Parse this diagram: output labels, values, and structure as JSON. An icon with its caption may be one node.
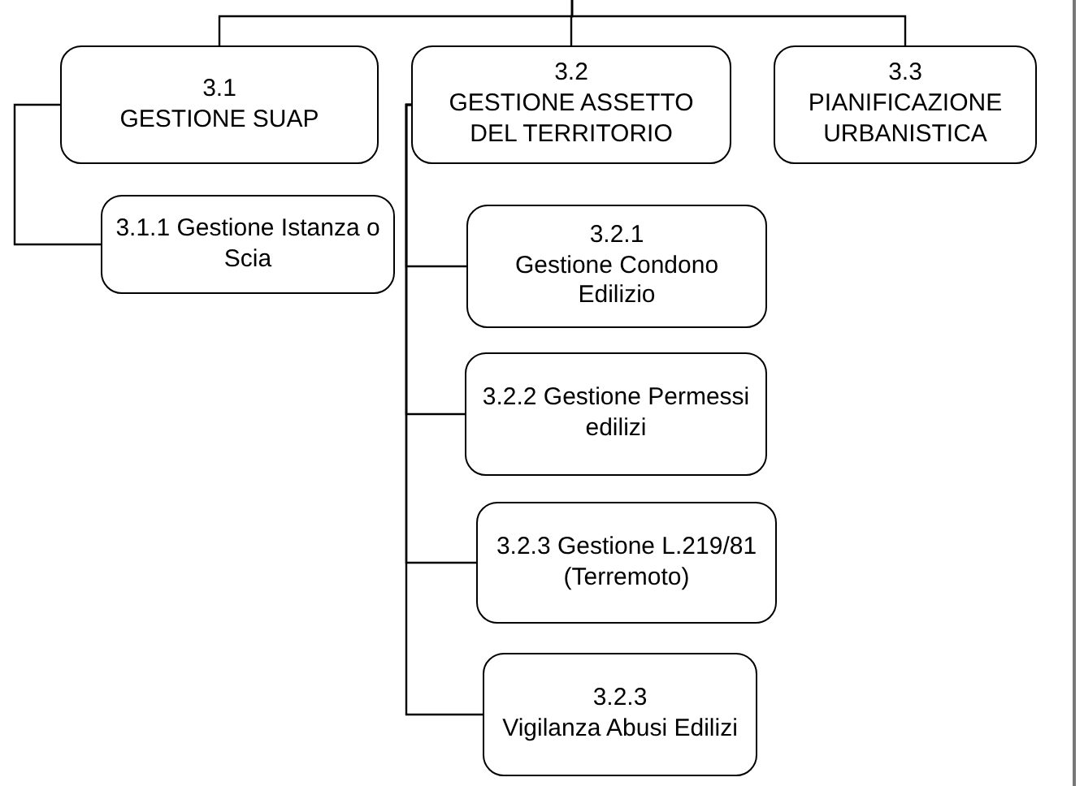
{
  "diagram": {
    "nodes": [
      {
        "text": [
          "3.1",
          "GESTIONE SUAP"
        ]
      },
      {
        "text": [
          "3.2",
          "GESTIONE ASSETTO DEL TERRITORIO"
        ]
      },
      {
        "text": [
          "3.3",
          "PIANIFICAZIONE URBANISTICA"
        ]
      },
      {
        "text": [
          "3.1.1 Gestione Istanza o Scia"
        ]
      },
      {
        "text": [
          "3.2.1",
          "Gestione Condono Edilizio"
        ]
      },
      {
        "text": [
          "3.2.2 Gestione Permessi edilizi"
        ]
      },
      {
        "text": [
          "3.2.3 Gestione L.219/81 (Terremoto)"
        ]
      },
      {
        "text": [
          "3.2.3",
          "Vigilanza Abusi Edilizi"
        ]
      }
    ],
    "edges": [
      {
        "from": null,
        "to": 0,
        "arrow": "none"
      },
      {
        "from": null,
        "to": 1,
        "arrow": "none"
      },
      {
        "from": null,
        "to": 2,
        "arrow": "none"
      },
      {
        "from": 0,
        "to": 3,
        "arrow": "none"
      },
      {
        "from": 1,
        "to": 4,
        "arrow": "none"
      },
      {
        "from": 1,
        "to": 5,
        "arrow": "none"
      },
      {
        "from": 1,
        "to": 6,
        "arrow": "none"
      },
      {
        "from": 1,
        "to": 7,
        "arrow": "none"
      }
    ]
  }
}
